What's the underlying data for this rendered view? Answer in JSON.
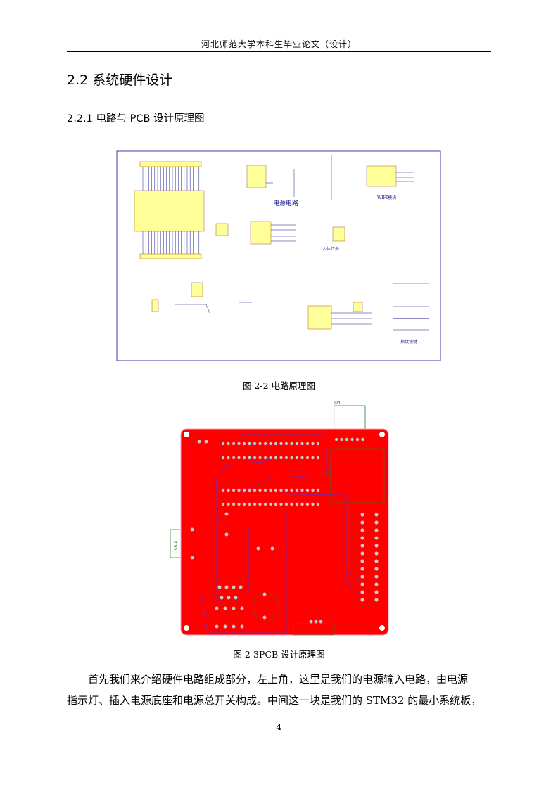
{
  "header": {
    "title": "河北师范大学本科生毕业论文（设计）"
  },
  "section": {
    "heading": "2.2 系统硬件设计"
  },
  "subsection": {
    "heading": "2.2.1 电路与 PCB 设计原理图"
  },
  "figure1": {
    "caption": "图 2-2 电路原理图",
    "labels": {
      "power": "电源电路",
      "wifi": "WIFI模块",
      "pir": "人体红外",
      "keys": "指纹按键"
    },
    "colors": {
      "border": "#3b3ba8",
      "component": "#ffff99",
      "wire": "#1a1a8c"
    }
  },
  "figure2": {
    "caption": "图 2-3PCB 设计原理图",
    "labels": {
      "u1": "U1",
      "usb": "USB-A"
    },
    "colors": {
      "board": "#ff0000",
      "trace": "#7a2bb0",
      "silk": "#2f7d2f"
    }
  },
  "body": {
    "paragraph_lines": [
      "首先我们来介绍硬件电路组成部分，左上角，这里是我们的电源输入电路，由电源",
      "指示灯、插入电源底座和电源总开关构成。中间这一块是我们的 STM32 的最小系统板，"
    ]
  },
  "footer": {
    "page_number": "4"
  }
}
